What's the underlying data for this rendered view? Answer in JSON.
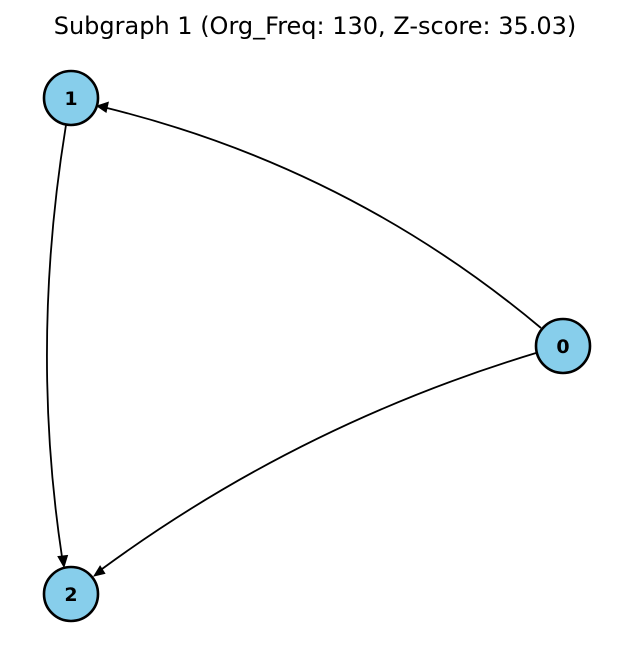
{
  "title": "Subgraph 1 (Org_Freq: 130, Z-score: 35.03)",
  "colors": {
    "node_fill": "#87ceeb",
    "node_stroke": "#000000",
    "edge": "#000000",
    "background": "#ffffff"
  },
  "nodes": [
    {
      "id": "0",
      "label": "0"
    },
    {
      "id": "1",
      "label": "1"
    },
    {
      "id": "2",
      "label": "2"
    }
  ],
  "edges": [
    {
      "from": "0",
      "to": "1"
    },
    {
      "from": "0",
      "to": "2"
    },
    {
      "from": "1",
      "to": "2"
    }
  ]
}
